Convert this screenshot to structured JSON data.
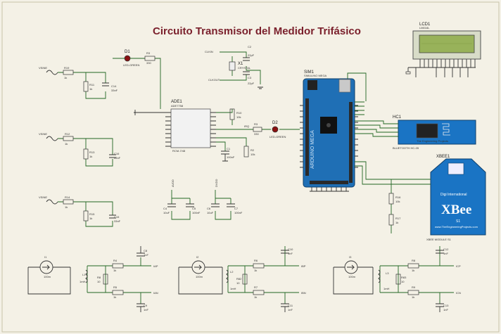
{
  "title": "Circuito Transmisor del Medidor Trifásico",
  "lcd": {
    "ref": "LCD1",
    "model": "LM016L"
  },
  "arduino": {
    "ref": "SIM1",
    "model": "SIMULINO MEGA"
  },
  "ade": {
    "ref": "ADE1",
    "part": "ADE7758",
    "pkg": "RCM-7/48"
  },
  "bt": {
    "ref": "HC1",
    "tag": "The Engineering Projects",
    "footer": "BLUETOOTH HC-05"
  },
  "xbee": {
    "ref": "XBEE1",
    "brand": "XBee",
    "sub": "Digi International",
    "tag": "www.TheEngineeringProjects.com",
    "series": "S1",
    "footer": "XBEE MODULE S1"
  },
  "leds": [
    {
      "ref": "D1",
      "model": "LED-GREEN"
    },
    {
      "ref": "D2",
      "model": "LED-GREEN"
    }
  ],
  "crystal": {
    "ref": "X1",
    "value": "CRYSTAL"
  },
  "resistors": {
    "R1": {
      "ref": "R1",
      "value": "1k"
    },
    "R3": {
      "ref": "R3",
      "value": "330"
    },
    "R10": {
      "ref": "R10",
      "value": "10k"
    },
    "R2": {
      "ref": "R2",
      "value": "10k"
    },
    "R11": {
      "ref": "R11",
      "value": "1k"
    },
    "R12": {
      "ref": "R12",
      "value": "1k"
    },
    "R13": {
      "ref": "R13",
      "value": "1k"
    },
    "R14": {
      "ref": "R14",
      "value": "1k"
    },
    "R15": {
      "ref": "R15",
      "value": "1k"
    },
    "R16": {
      "ref": "R16",
      "value": "10k"
    },
    "R17": {
      "ref": "R17",
      "value": "1k"
    },
    "R19": {
      "ref": "R19",
      "value": "1k"
    },
    "R4": {
      "ref": "R4",
      "value": "1k"
    },
    "R5": {
      "ref": "R5",
      "value": "1k"
    },
    "R6": {
      "ref": "R6",
      "value": "1k"
    },
    "R7": {
      "ref": "R7",
      "value": "1k"
    },
    "R8": {
      "ref": "R8",
      "value": "10"
    },
    "R9": {
      "ref": "R9",
      "value": "1k"
    },
    "R82": {
      "ref": "R82",
      "value": "10"
    },
    "R83": {
      "ref": "R83",
      "value": "10"
    }
  },
  "caps": {
    "C1": {
      "ref": "C1",
      "value": "100nF"
    },
    "C2": {
      "ref": "C2",
      "value": "22pF"
    },
    "C3": {
      "ref": "C3",
      "value": "22pF"
    },
    "C4": {
      "ref": "C4",
      "value": "10uF"
    },
    "C5": {
      "ref": "C5",
      "value": "100nF"
    },
    "C6": {
      "ref": "C6",
      "value": "10uF"
    },
    "C7": {
      "ref": "C7",
      "value": "100nF"
    },
    "C8": {
      "ref": "C8",
      "value": "1nF"
    },
    "C9": {
      "ref": "C9",
      "value": "1nF"
    },
    "C10": {
      "ref": "C10",
      "value": "1nF"
    },
    "C11": {
      "ref": "C11",
      "value": "1nF"
    },
    "C12": {
      "ref": "C12",
      "value": "1nF"
    },
    "C13": {
      "ref": "C13",
      "value": "1nF"
    },
    "C14": {
      "ref": "C14",
      "value": "33nF"
    },
    "C15": {
      "ref": "C15",
      "value": "33nF"
    },
    "C16": {
      "ref": "C16",
      "value": "33nF"
    }
  },
  "sources": {
    "v1": "VSINE",
    "v2": "VSINE",
    "v3": "VSINE",
    "i1": "I1",
    "i2": "I2",
    "i3": "I3",
    "iv": "100m"
  },
  "inductors": {
    "L1": "L1",
    "L2": "L2",
    "L3": "L3",
    "val": "1mH"
  },
  "nets": {
    "iap": "IAP",
    "ian": "IAN",
    "ibp": "IBP",
    "ibn": "IBN",
    "icp": "ICP",
    "icn": "ICN",
    "clkin": "CLKIN",
    "clkout": "CLKOUT",
    "irq": "IRQ",
    "avdd": "AVDD",
    "dvdd": "DVDD"
  }
}
